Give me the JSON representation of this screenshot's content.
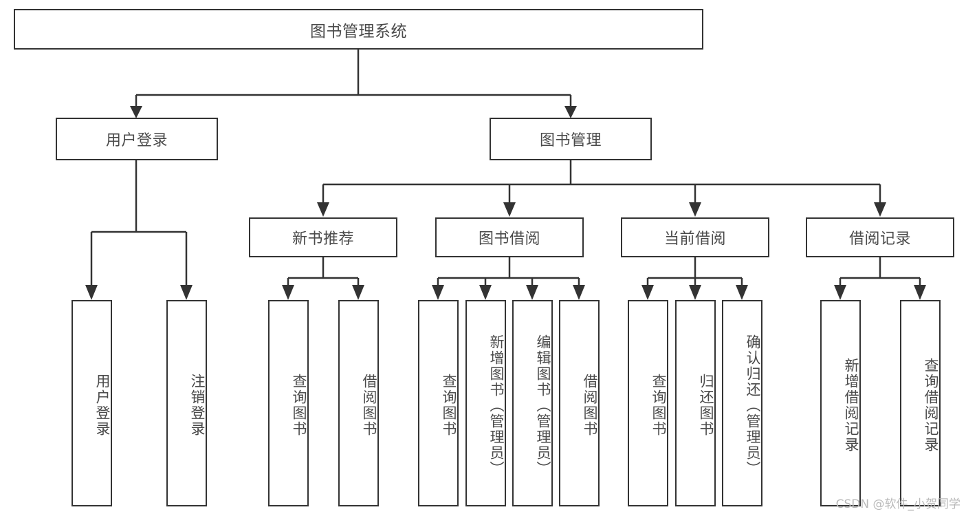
{
  "diagram": {
    "title": "图书管理系统",
    "type": "tree-diagram",
    "watermark": "CSDN @软件_小贺同学",
    "root": {
      "label": "图书管理系统"
    },
    "level2": [
      {
        "label": "用户登录"
      },
      {
        "label": "图书管理"
      }
    ],
    "level3": [
      {
        "label": "新书推荐"
      },
      {
        "label": "图书借阅"
      },
      {
        "label": "当前借阅"
      },
      {
        "label": "借阅记录"
      }
    ],
    "leaves": {
      "user_login": [
        {
          "label": "用户登录"
        },
        {
          "label": "注销登录"
        }
      ],
      "new_book": [
        {
          "label": "查询图书"
        },
        {
          "label": "借阅图书"
        }
      ],
      "book_borrow": [
        {
          "label": "查询图书"
        },
        {
          "label": "新增图书（管理员）"
        },
        {
          "label": "编辑图书（管理员）"
        },
        {
          "label": "借阅图书"
        }
      ],
      "current_borrow": [
        {
          "label": "查询图书"
        },
        {
          "label": "归还图书"
        },
        {
          "label": "确认归还（管理员）"
        }
      ],
      "borrow_record": [
        {
          "label": "新增借阅记录"
        },
        {
          "label": "查询借阅记录"
        }
      ]
    },
    "colors": {
      "stroke": "#333333",
      "text": "#4a4a4a",
      "background": "#ffffff",
      "watermark": "#b9b9b9"
    }
  }
}
